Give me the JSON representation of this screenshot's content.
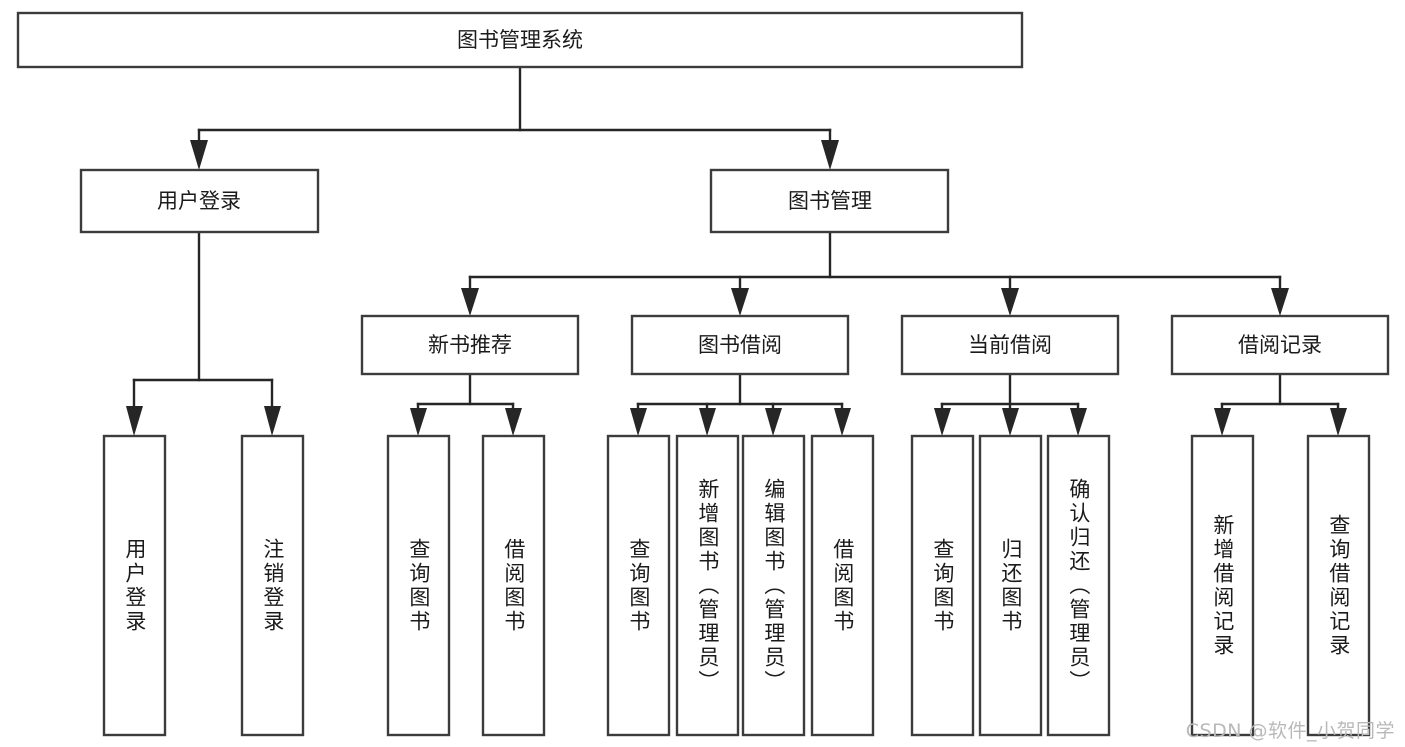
{
  "diagram": {
    "title": "图书管理系统",
    "watermark": "CSDN @软件_小贺同学",
    "type": "tree-hierarchy-diagram",
    "colors": {
      "box_stroke": "#3c3c3c",
      "box_fill": "#ffffff",
      "connector": "#262626",
      "text": "#1b1b1b",
      "watermark": "#b9b9b9",
      "background": "#ffffff"
    },
    "levels": {
      "root": {
        "label": "图书管理系统"
      },
      "level2": [
        {
          "id": "user-login",
          "label": "用户登录"
        },
        {
          "id": "book-management",
          "label": "图书管理"
        }
      ],
      "level3": [
        {
          "id": "new-book-recommend",
          "label": "新书推荐",
          "parent": "book-management"
        },
        {
          "id": "book-borrow",
          "label": "图书借阅",
          "parent": "book-management"
        },
        {
          "id": "current-borrow",
          "label": "当前借阅",
          "parent": "book-management"
        },
        {
          "id": "borrow-record",
          "label": "借阅记录",
          "parent": "book-management"
        }
      ],
      "leaves": [
        {
          "id": "leaf-user-login",
          "label": "用户登录",
          "parent": "user-login"
        },
        {
          "id": "leaf-logout-login",
          "label": "注销登录",
          "parent": "user-login"
        },
        {
          "id": "leaf-query-book-1",
          "label": "查询图书",
          "parent": "new-book-recommend"
        },
        {
          "id": "leaf-borrow-book-1",
          "label": "借阅图书",
          "parent": "new-book-recommend"
        },
        {
          "id": "leaf-query-book-2",
          "label": "查询图书",
          "parent": "book-borrow"
        },
        {
          "id": "leaf-add-book",
          "label": "新增图书（管理员）",
          "parent": "book-borrow"
        },
        {
          "id": "leaf-edit-book",
          "label": "编辑图书（管理员）",
          "parent": "book-borrow"
        },
        {
          "id": "leaf-borrow-book-2",
          "label": "借阅图书",
          "parent": "book-borrow"
        },
        {
          "id": "leaf-query-book-3",
          "label": "查询图书",
          "parent": "current-borrow"
        },
        {
          "id": "leaf-return-book",
          "label": "归还图书",
          "parent": "current-borrow"
        },
        {
          "id": "leaf-confirm-return",
          "label": "确认归还（管理员）",
          "parent": "current-borrow"
        },
        {
          "id": "leaf-add-record",
          "label": "新增借阅记录",
          "parent": "borrow-record"
        },
        {
          "id": "leaf-query-record",
          "label": "查询借阅记录",
          "parent": "borrow-record"
        }
      ]
    }
  }
}
